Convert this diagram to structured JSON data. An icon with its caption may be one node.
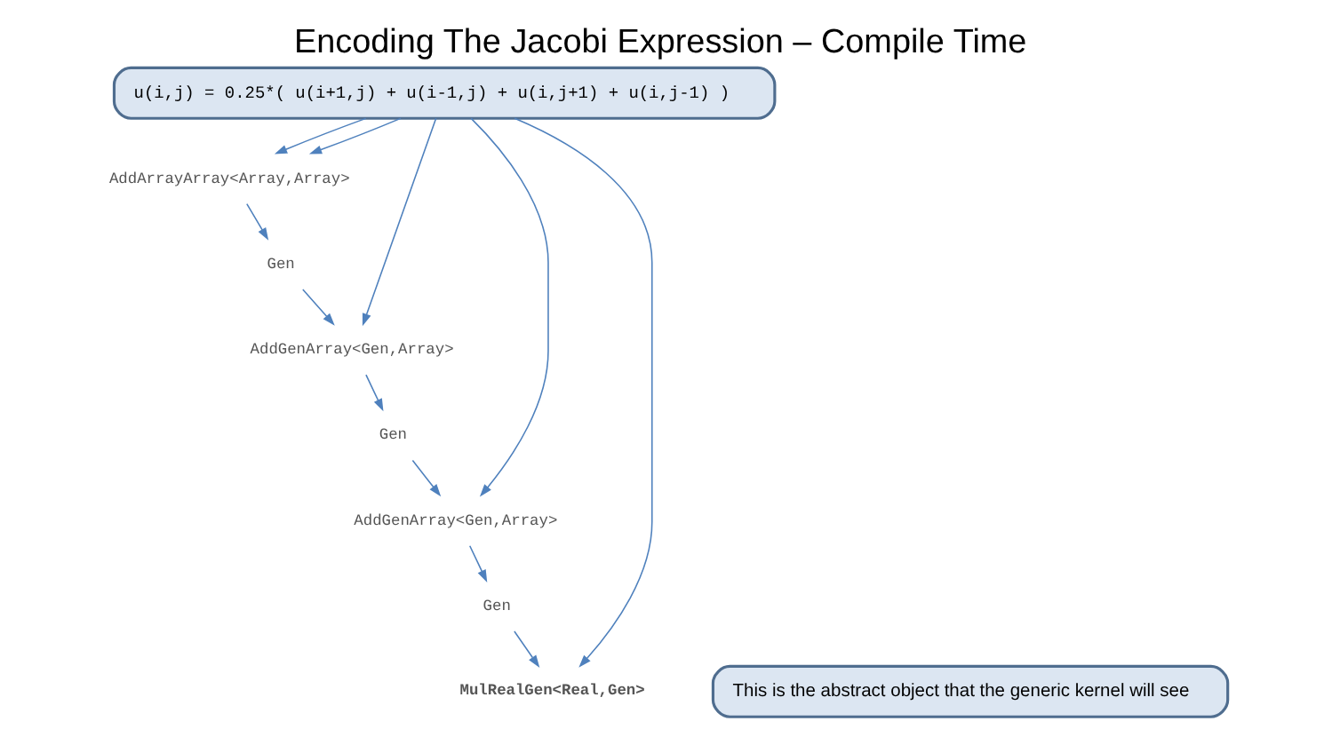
{
  "diagram": {
    "title": "Encoding The Jacobi Expression – Compile Time",
    "nodes": [
      {
        "text": [
          "u(i,j) = 0.25*( u(i+1,j) + u(i-1,j) + u(i,j+1) + u(i,j-1) )"
        ]
      },
      {
        "text": [
          "AddArrayArray<Array,Array>"
        ]
      },
      {
        "text": [
          "Gen"
        ]
      },
      {
        "text": [
          "AddGenArray<Gen,Array>"
        ]
      },
      {
        "text": [
          "Gen"
        ]
      },
      {
        "text": [
          "AddGenArray<Gen,Array>"
        ]
      },
      {
        "text": [
          "Gen"
        ]
      },
      {
        "text": [
          "MulRealGen<Real,Gen>"
        ]
      },
      {
        "text": [
          "This is the abstract object that the generic kernel will see"
        ]
      }
    ],
    "edges": [
      {
        "from": 0,
        "to": 1,
        "arrow": "to"
      },
      {
        "from": 0,
        "to": 1,
        "arrow": "to"
      },
      {
        "from": 1,
        "to": 2,
        "arrow": "to"
      },
      {
        "from": 2,
        "to": 3,
        "arrow": "to"
      },
      {
        "from": 0,
        "to": 3,
        "arrow": "to"
      },
      {
        "from": 3,
        "to": 4,
        "arrow": "to"
      },
      {
        "from": 4,
        "to": 5,
        "arrow": "to"
      },
      {
        "from": 0,
        "to": 5,
        "arrow": "to"
      },
      {
        "from": 5,
        "to": 6,
        "arrow": "to"
      },
      {
        "from": 6,
        "to": 7,
        "arrow": "to"
      },
      {
        "from": 0,
        "to": 7,
        "arrow": "to"
      }
    ]
  }
}
